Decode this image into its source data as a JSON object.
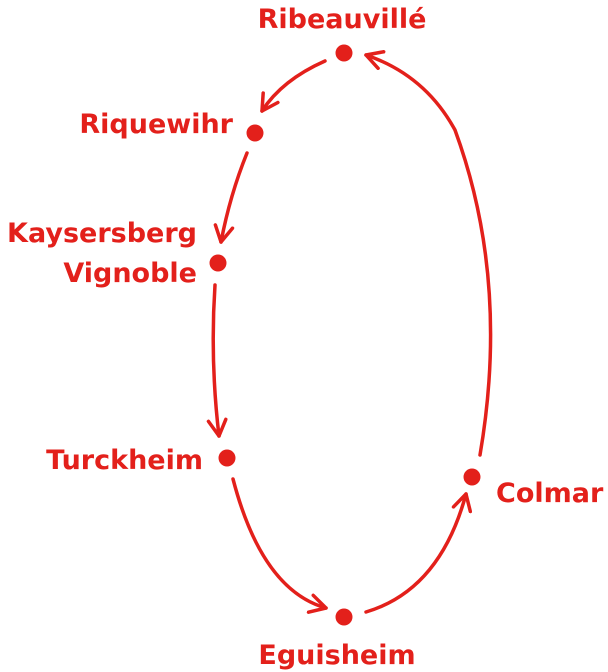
{
  "title": "Alsace wine route loop",
  "accent_color": "#e3201b",
  "towns": {
    "ribeauville": "Ribeauvillé",
    "riquewihr": "Riquewihr",
    "kaysersberg_line1": "Kaysersberg",
    "kaysersberg_line2": "Vignoble",
    "turckheim": "Turckheim",
    "eguisheim": "Eguisheim",
    "colmar": "Colmar"
  },
  "route_order": [
    "Ribeauvillé",
    "Riquewihr",
    "Kaysersberg Vignoble",
    "Turckheim",
    "Eguisheim",
    "Colmar",
    "Ribeauvillé"
  ]
}
